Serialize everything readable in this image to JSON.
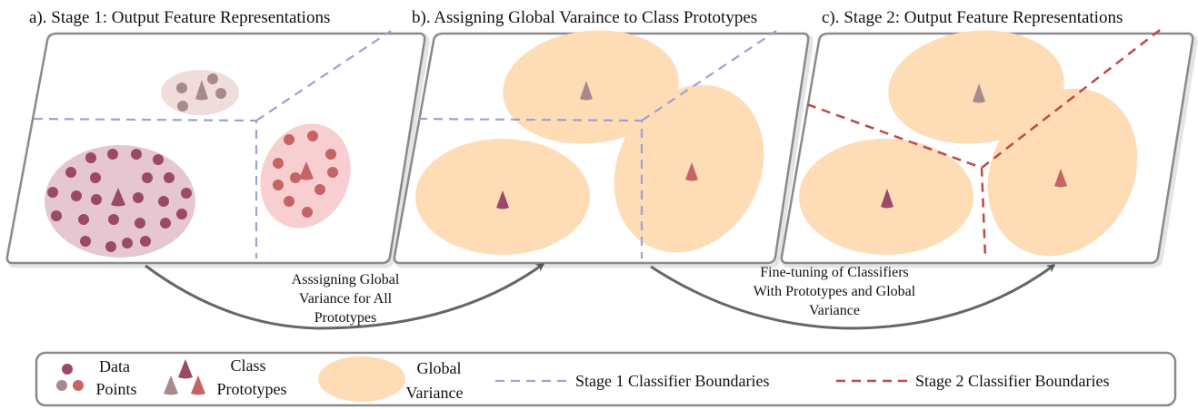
{
  "panels": [
    {
      "title": "a). Stage 1: Output Feature Representations"
    },
    {
      "title": "b). Assigning Global Varaince to Class Prototypes"
    },
    {
      "title": "c). Stage 2: Output Feature Representations"
    }
  ],
  "transitions": [
    {
      "lines": [
        "Asssigning Global",
        "Variance for All",
        "Prototypes"
      ]
    },
    {
      "lines": [
        "Fine-tuning of Classifiers",
        "With Prototypes and Global",
        "Variance"
      ]
    }
  ],
  "legend": {
    "data_points": [
      "Data",
      "Points"
    ],
    "class_prototypes": [
      "Class",
      "Prototypes"
    ],
    "global_variance": [
      "Global",
      "Variance"
    ],
    "stage1_boundaries": "Stage 1 Classifier Boundaries",
    "stage2_boundaries": "Stage 2 Classifier Boundaries"
  },
  "colors": {
    "class_dark": "#9a4a68",
    "class_muted": "#a88a8a",
    "class_red": "#c46464",
    "cluster_dark": "#e5c6d1",
    "cluster_muted": "#f1dcdc",
    "cluster_red": "#f8cfd0",
    "global_variance": "#fddcb6",
    "stage1_boundary": "#9ea0d6",
    "stage2_boundary": "#c04848",
    "panel_border": "#8a8a8a",
    "arrow": "#666666"
  }
}
